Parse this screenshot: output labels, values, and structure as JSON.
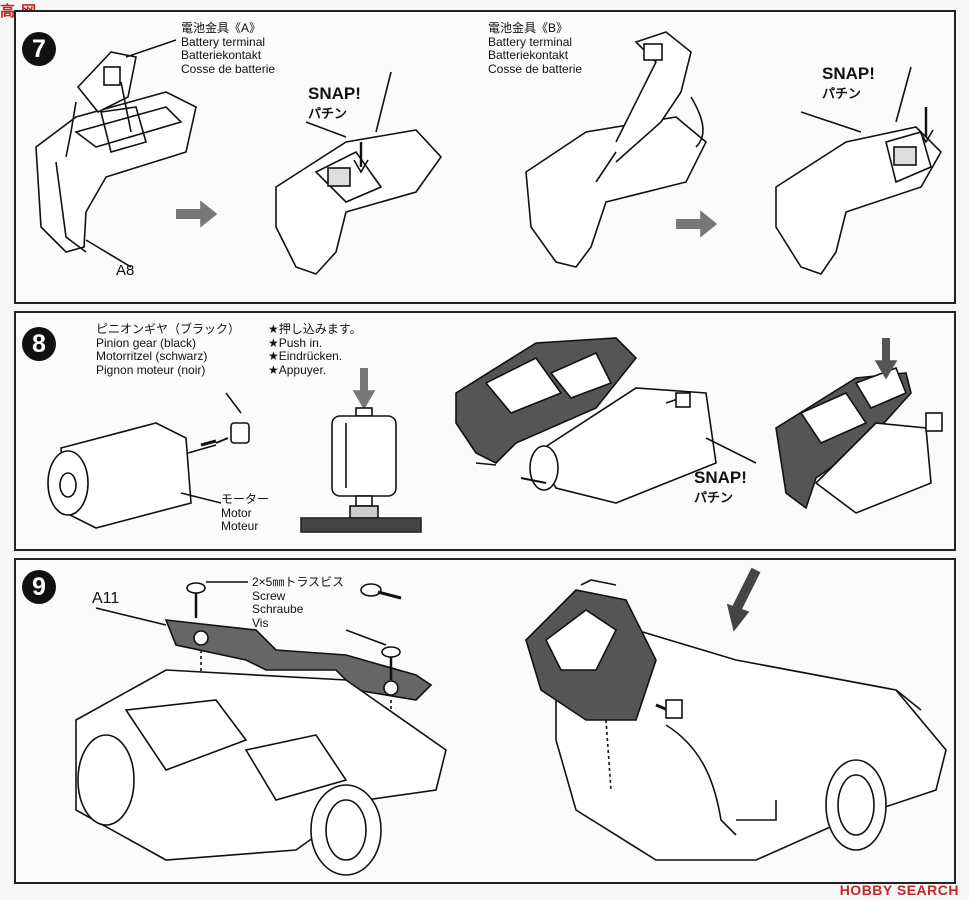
{
  "watermark_top": "高 网",
  "watermark_bottom": "HOBBY SEARCH",
  "colors": {
    "ink": "#111111",
    "paper": "#fbfbfb",
    "dark_part": "#555555",
    "watermark": "#c0282a"
  },
  "step7": {
    "number": "7",
    "terminal_a": {
      "jp": "電池金具《A》",
      "en": "Battery terminal",
      "de": "Batteriekontakt",
      "fr": "Cosse de batterie"
    },
    "terminal_b": {
      "jp": "電池金具《B》",
      "en": "Battery terminal",
      "de": "Batteriekontakt",
      "fr": "Cosse de batterie"
    },
    "snap_1": {
      "en": "SNAP!",
      "jp": "パチン"
    },
    "snap_2": {
      "en": "SNAP!",
      "jp": "パチン"
    },
    "part_label": "A8"
  },
  "step8": {
    "number": "8",
    "pinion": {
      "jp": "ピニオンギヤ（ブラック）",
      "en": "Pinion gear (black)",
      "de": "Motorritzel (schwarz)",
      "fr": "Pignon moteur (noir)"
    },
    "push": {
      "jp": "★押し込みます。",
      "en": "★Push in.",
      "de": "★Eindrücken.",
      "fr": "★Appuyer."
    },
    "motor": {
      "jp": "モーター",
      "en": "Motor",
      "fr": "Moteur"
    },
    "snap": {
      "en": "SNAP!",
      "jp": "パチン"
    }
  },
  "step9": {
    "number": "9",
    "part_label": "A11",
    "screw": {
      "jp": "2×5㎜トラスビス",
      "en": "Screw",
      "de": "Schraube",
      "fr": "Vis"
    }
  }
}
